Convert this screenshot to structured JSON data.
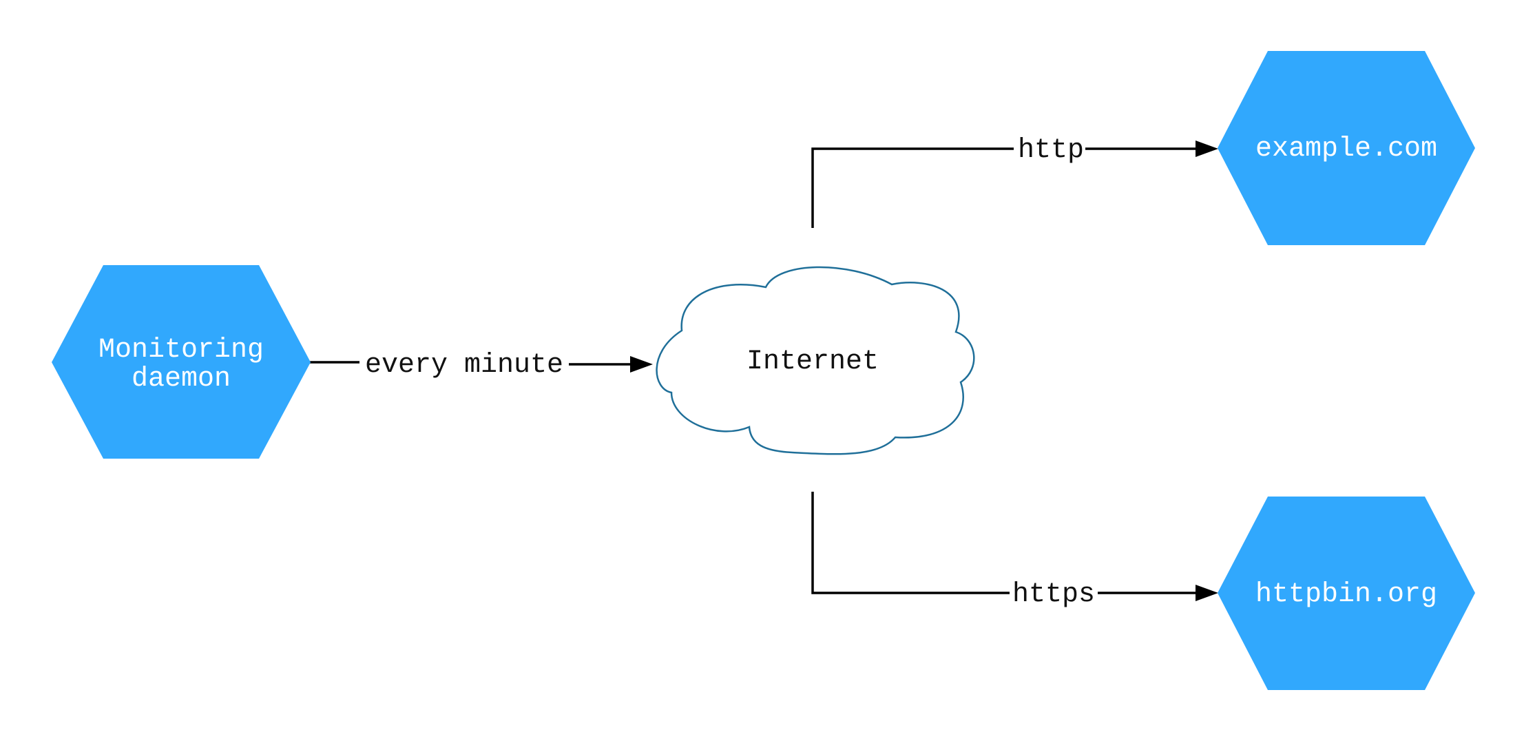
{
  "nodes": {
    "monitor": {
      "line1": "Monitoring",
      "line2": "daemon"
    },
    "internet": {
      "label": "Internet"
    },
    "example": {
      "label": "example.com"
    },
    "httpbin": {
      "label": "httpbin.org"
    }
  },
  "edges": {
    "monitor_to_internet": "every minute",
    "internet_to_example": "http",
    "internet_to_httpbin": "https"
  },
  "colors": {
    "hexagon_fill": "#31a8fd",
    "cloud_stroke": "#1f6f99",
    "arrow": "#000000"
  }
}
